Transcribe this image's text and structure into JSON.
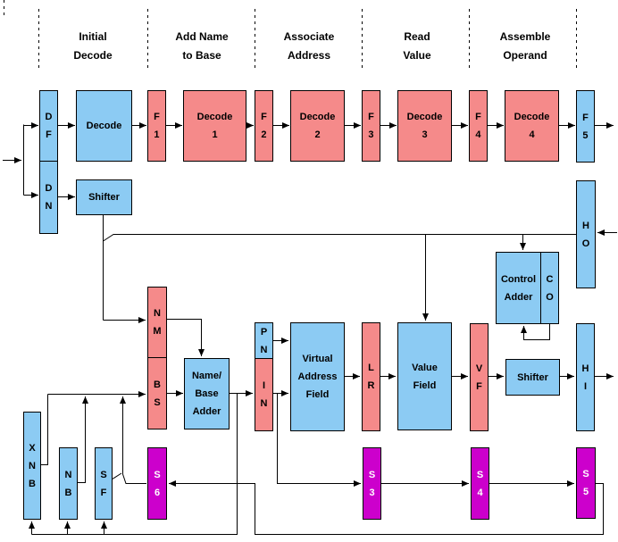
{
  "palette": {
    "box_blue": "#8CCBF3",
    "box_red": "#F58A8A",
    "box_magenta": "#CC00CC",
    "outline": "#000000",
    "background": "#FFFFFF"
  },
  "stages": [
    "Initial\nDecode",
    "Add Name\nto Base",
    "Associate\nAddress",
    "Read\nValue",
    "Assemble\nOperand"
  ],
  "boxes": {
    "df": "D\nF",
    "dn": "D\nN",
    "decode": "Decode",
    "f1": "F\n1",
    "decode1": "Decode\n1",
    "f2": "F\n2",
    "decode2": "Decode\n2",
    "f3": "F\n3",
    "decode3": "Decode\n3",
    "f4": "F\n4",
    "decode4": "Decode\n4",
    "f5": "F\n5",
    "shifter_top": "Shifter",
    "ho": "H\nO",
    "control_adder": "Control\nAdder",
    "co": "C\nO",
    "nm": "N\nM",
    "bs": "B\nS",
    "name_base_adder": "Name/\nBase\nAdder",
    "pn": "P\nN",
    "in_reg": "I\nN",
    "virtual_address_field": "Virtual\nAddress\nField",
    "lr": "L\nR",
    "value_field": "Value\nField",
    "vf": "V\nF",
    "shifter_mid": "Shifter",
    "hi": "H\nI",
    "xnb": "X\nN\nB",
    "nb": "N\nB",
    "sf": "S\nF",
    "s6": "S\n6",
    "s3": "S\n3",
    "s4": "S\n4",
    "s5": "S\n5"
  }
}
